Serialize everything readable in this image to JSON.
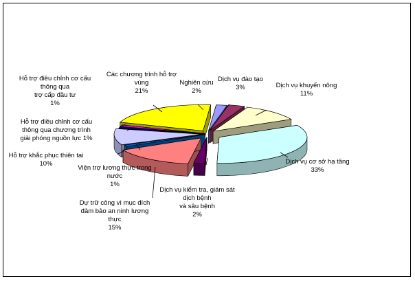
{
  "chart_data": {
    "type": "pie",
    "exploded": true,
    "three_d": true,
    "legend": "none",
    "slices": [
      {
        "label": [
          "Nghiên cứu"
        ],
        "pct_label": "2%",
        "value": 2,
        "color": "#9999ff"
      },
      {
        "label": [
          "Dịch vụ đào tạo"
        ],
        "pct_label": "3%",
        "value": 3,
        "color": "#993366"
      },
      {
        "label": [
          "Dịch vụ khuyến nông"
        ],
        "pct_label": "11%",
        "value": 11,
        "color": "#ffffcc"
      },
      {
        "label": [
          "Dịch vụ cơ sở hạ tầng"
        ],
        "pct_label": "33%",
        "value": 33,
        "color": "#ccffff"
      },
      {
        "label": [
          "Dịch vụ kiểm tra, giám sát",
          "dịch bệnh",
          "và sâu bệnh"
        ],
        "pct_label": "2%",
        "value": 2,
        "color": "#660066"
      },
      {
        "label": [
          "Dự trữ công vì mục đích",
          "đảm bảo  an ninh lương",
          "thực"
        ],
        "pct_label": "15%",
        "value": 15,
        "color": "#ff8080"
      },
      {
        "label": [
          "Viện trợ lương thực trong",
          "nước"
        ],
        "pct_label": "1%",
        "value": 1,
        "color": "#0066cc"
      },
      {
        "label": [
          "Hỗ trợ khắc phục thiên tai"
        ],
        "pct_label": "10%",
        "value": 10,
        "color": "#ccccff"
      },
      {
        "label": [
          "Hỗ trợ điều chỉnh cơ cấu",
          "thông qua  chương trình",
          "giải phóng nguồn lực 1%"
        ],
        "pct_label": "",
        "value": 1,
        "color": "#000080"
      },
      {
        "label": [
          "Hỗ trợ điều chỉnh cơ cấu",
          "thông qua",
          "trợ cấp đầu tư"
        ],
        "pct_label": "1%",
        "value": 1,
        "color": "#ff00ff"
      },
      {
        "label": [
          "Các chương trình hỗ trợ",
          "vùng"
        ],
        "pct_label": "21%",
        "value": 21,
        "color": "#ffff00"
      }
    ]
  }
}
